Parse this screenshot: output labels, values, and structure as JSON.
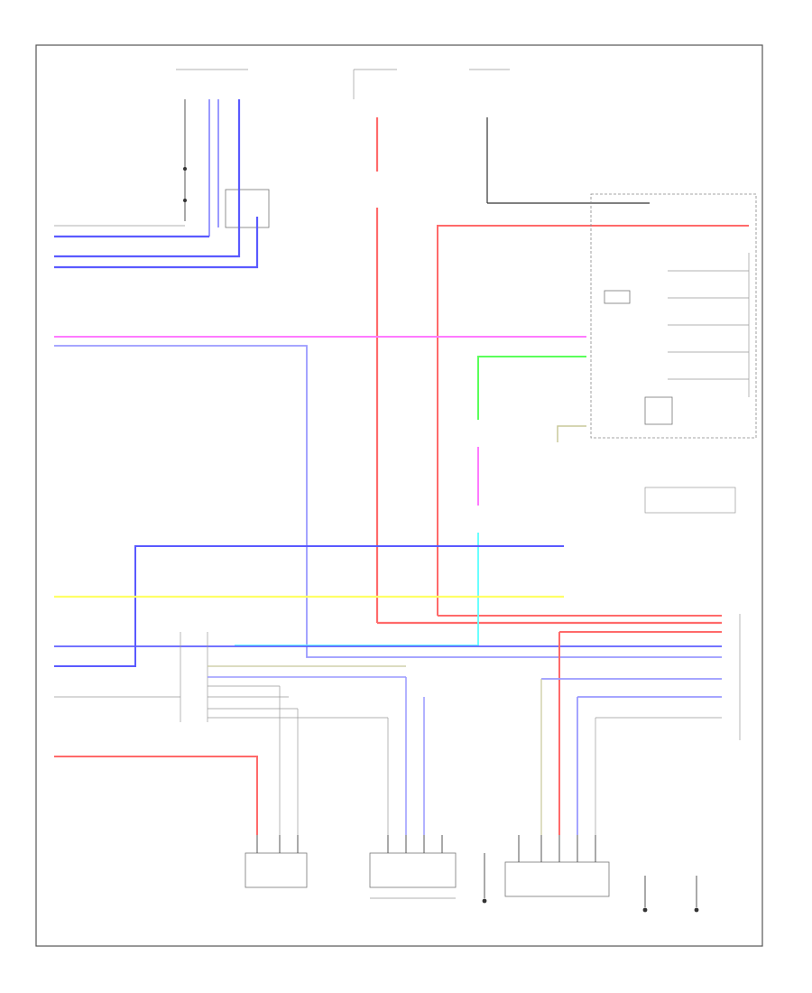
{
  "diagram": {
    "title": "",
    "sheet_marker": "",
    "colors": {
      "frame": "#555555",
      "blue": "#5a5aff",
      "light_blue": "#9a9aff",
      "red": "#ff6a6a",
      "pink": "#ff7aff",
      "green": "#5aff5a",
      "yellow": "#ffff66",
      "cyan": "#5affff",
      "olive": "#c8c89a",
      "gray": "#9a9a9a",
      "dark": "#333333"
    },
    "connectors": [
      {
        "id": "top-left-switch",
        "label": ""
      },
      {
        "id": "top-center-fuse",
        "label": ""
      },
      {
        "id": "top-right-fuse",
        "label": ""
      },
      {
        "id": "small-box-upper-left",
        "label": ""
      },
      {
        "id": "combination-meter",
        "label": ""
      },
      {
        "id": "right-upper-box",
        "label": ""
      },
      {
        "id": "ecu-right",
        "label": ""
      },
      {
        "id": "bottom-left-sensor",
        "label": ""
      },
      {
        "id": "bottom-center-module",
        "label": ""
      },
      {
        "id": "bottom-ground",
        "label": ""
      },
      {
        "id": "bottom-center-right-module",
        "label": ""
      },
      {
        "id": "bottom-right-ground-1",
        "label": ""
      },
      {
        "id": "bottom-right-ground-2",
        "label": ""
      }
    ]
  }
}
